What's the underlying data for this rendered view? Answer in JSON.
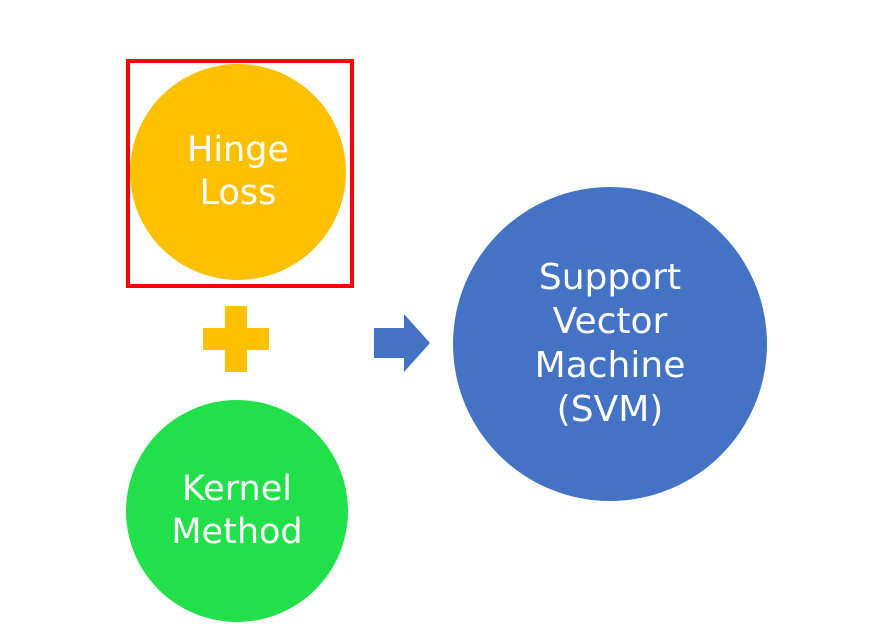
{
  "diagram": {
    "nodes": {
      "hinge_loss": {
        "lines": [
          "Hinge",
          "Loss"
        ],
        "color": "#FFC000"
      },
      "kernel_method": {
        "lines": [
          "Kernel",
          "Method"
        ],
        "color": "#22E04A"
      },
      "svm": {
        "lines": [
          "Support",
          "Vector",
          "Machine",
          "(SVM)"
        ],
        "color": "#4472C4"
      }
    },
    "highlight_color": "#FF0000",
    "plus_color": "#FFC000",
    "arrow_color": "#4472C4",
    "icons": {
      "plus": "plus-icon",
      "arrow": "arrow-right-icon"
    }
  }
}
